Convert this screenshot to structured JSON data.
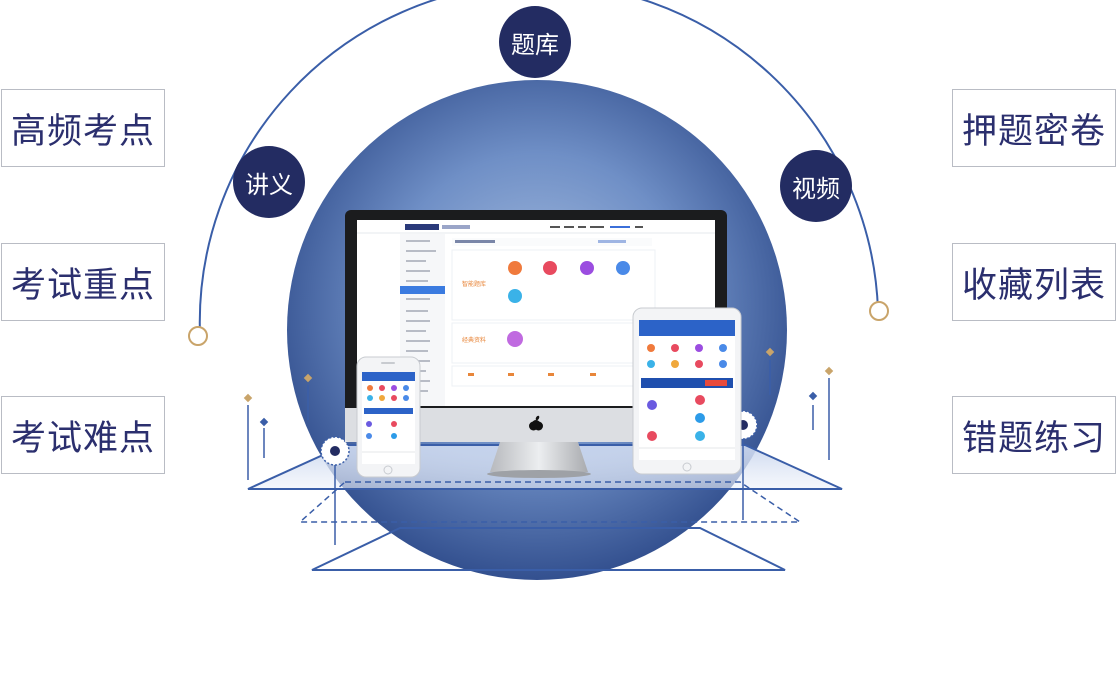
{
  "left_features": [
    "高频考点",
    "考试重点",
    "考试难点"
  ],
  "right_features": [
    "押题密卷",
    "收藏列表",
    "错题练习"
  ],
  "arc_labels": {
    "top": "题库",
    "left": "讲义",
    "right": "视频"
  },
  "colors": {
    "navy": "#232c62",
    "box_text": "#2b2f6e",
    "line": "#3a5ea8",
    "gold": "#c9a46a"
  }
}
